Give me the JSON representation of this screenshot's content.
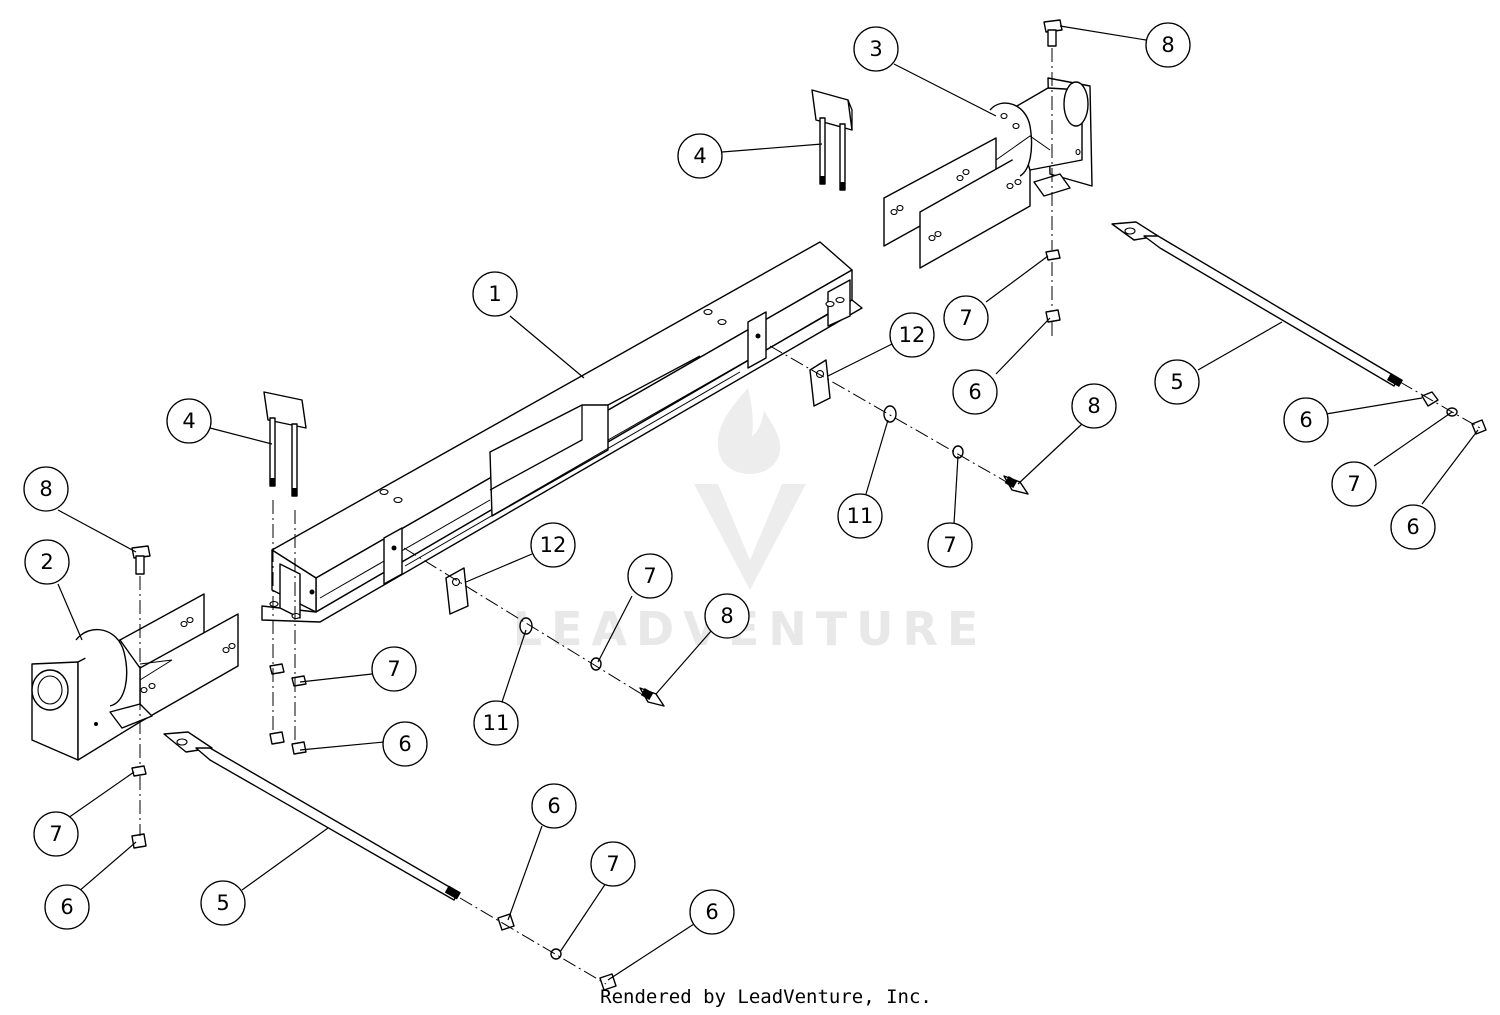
{
  "watermark": {
    "brand": "LEADVENTURE"
  },
  "credit": "Rendered by LeadVenture, Inc.",
  "callouts": [
    {
      "id": "c1",
      "label": "1"
    },
    {
      "id": "c2",
      "label": "2"
    },
    {
      "id": "c3",
      "label": "3"
    },
    {
      "id": "c4a",
      "label": "4"
    },
    {
      "id": "c4b",
      "label": "4"
    },
    {
      "id": "c5a",
      "label": "5"
    },
    {
      "id": "c5b",
      "label": "5"
    },
    {
      "id": "c6a",
      "label": "6"
    },
    {
      "id": "c6b",
      "label": "6"
    },
    {
      "id": "c6c",
      "label": "6"
    },
    {
      "id": "c6d",
      "label": "6"
    },
    {
      "id": "c6e",
      "label": "6"
    },
    {
      "id": "c6f",
      "label": "6"
    },
    {
      "id": "c6g",
      "label": "6"
    },
    {
      "id": "c7a",
      "label": "7"
    },
    {
      "id": "c7b",
      "label": "7"
    },
    {
      "id": "c7c",
      "label": "7"
    },
    {
      "id": "c7d",
      "label": "7"
    },
    {
      "id": "c7e",
      "label": "7"
    },
    {
      "id": "c7f",
      "label": "7"
    },
    {
      "id": "c7g",
      "label": "7"
    },
    {
      "id": "c8a",
      "label": "8"
    },
    {
      "id": "c8b",
      "label": "8"
    },
    {
      "id": "c8c",
      "label": "8"
    },
    {
      "id": "c8d",
      "label": "8"
    },
    {
      "id": "c11a",
      "label": "11"
    },
    {
      "id": "c11b",
      "label": "11"
    },
    {
      "id": "c12a",
      "label": "12"
    },
    {
      "id": "c12b",
      "label": "12"
    }
  ]
}
